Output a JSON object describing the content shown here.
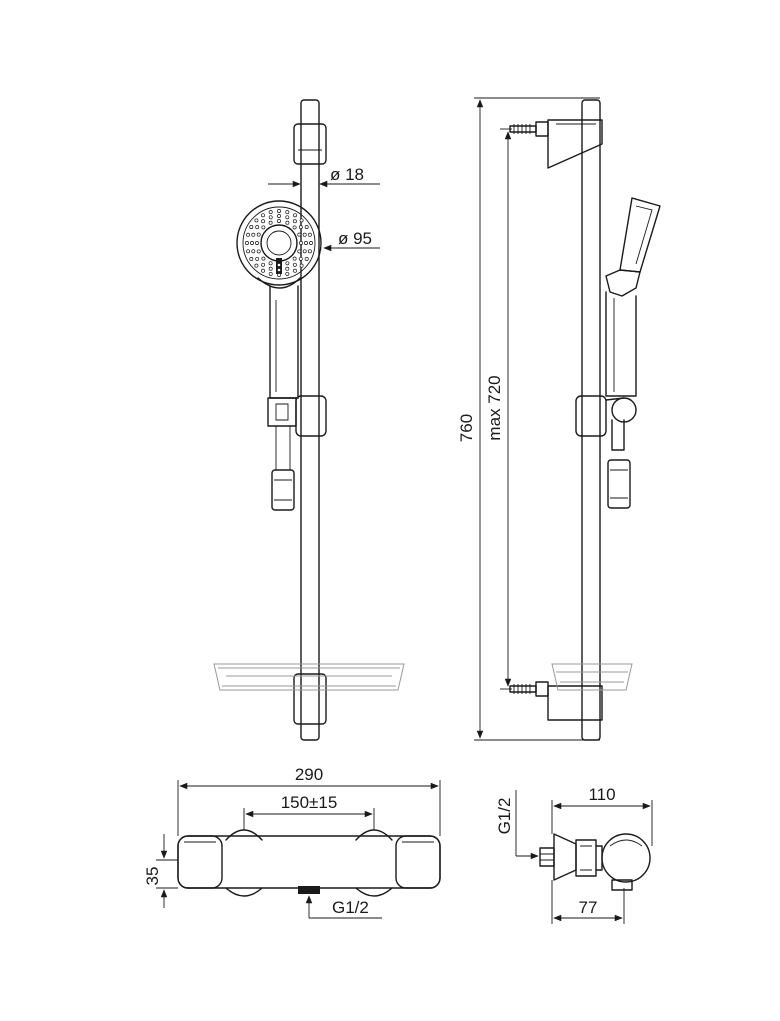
{
  "title": "",
  "dimensions": {
    "rail_diameter": "ø 18",
    "head_diameter": "ø 95",
    "total_height": "760",
    "max_height": "max 720",
    "mixer_width": "290",
    "mixer_spacing": "150±15",
    "mixer_height": "35",
    "inlet_bottom": "G1/2",
    "inlet_side": "G1/2",
    "side_depth": "110",
    "side_depth_2": "77"
  }
}
